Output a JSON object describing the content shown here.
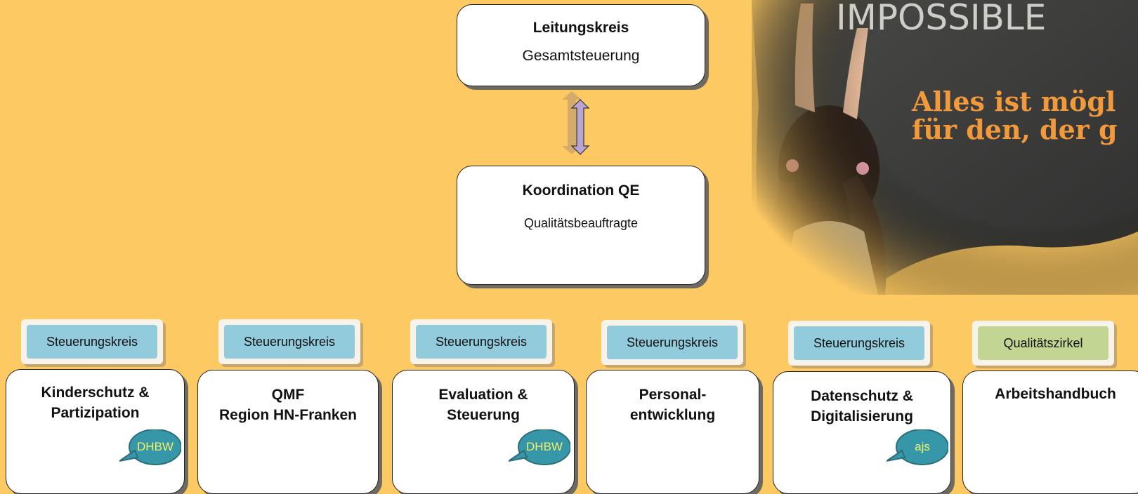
{
  "top": {
    "title": "Leitungskreis",
    "subtitle": "Gesamtsteuerung"
  },
  "middle": {
    "title": "Koordination QE",
    "subtitle": "Qualitätsbeauftragte"
  },
  "photo": {
    "chalk_text": "IMPOSSIBLE",
    "quote_line1": "Alles ist mögl",
    "quote_line2": "für den, der g"
  },
  "columns": [
    {
      "tab": "Steuerungskreis",
      "tab_color": "#92cbdc",
      "title": "Kinderschutz &\nPartizipation",
      "badge": "DHBW"
    },
    {
      "tab": "Steuerungskreis",
      "tab_color": "#92cbdc",
      "title": "QMF\nRegion HN-Franken",
      "badge": ""
    },
    {
      "tab": "Steuerungskreis",
      "tab_color": "#92cbdc",
      "title": "Evaluation &\nSteuerung",
      "badge": "DHBW"
    },
    {
      "tab": "Steuerungskreis",
      "tab_color": "#92cbdc",
      "title": "Personal-\nentwicklung",
      "badge": ""
    },
    {
      "tab": "Steuerungskreis",
      "tab_color": "#92cbdc",
      "title": "Datenschutz &\nDigitalisierung",
      "badge": "ajs"
    },
    {
      "tab": "Qualitätszirkel",
      "tab_color": "#c3d592",
      "title": "Arbeitshandbuch",
      "badge": ""
    }
  ],
  "colors": {
    "background": "#fdc963",
    "bubble": "#3597a8",
    "bubble_text": "#f6f26a",
    "arrow": "#b9a5d4"
  }
}
